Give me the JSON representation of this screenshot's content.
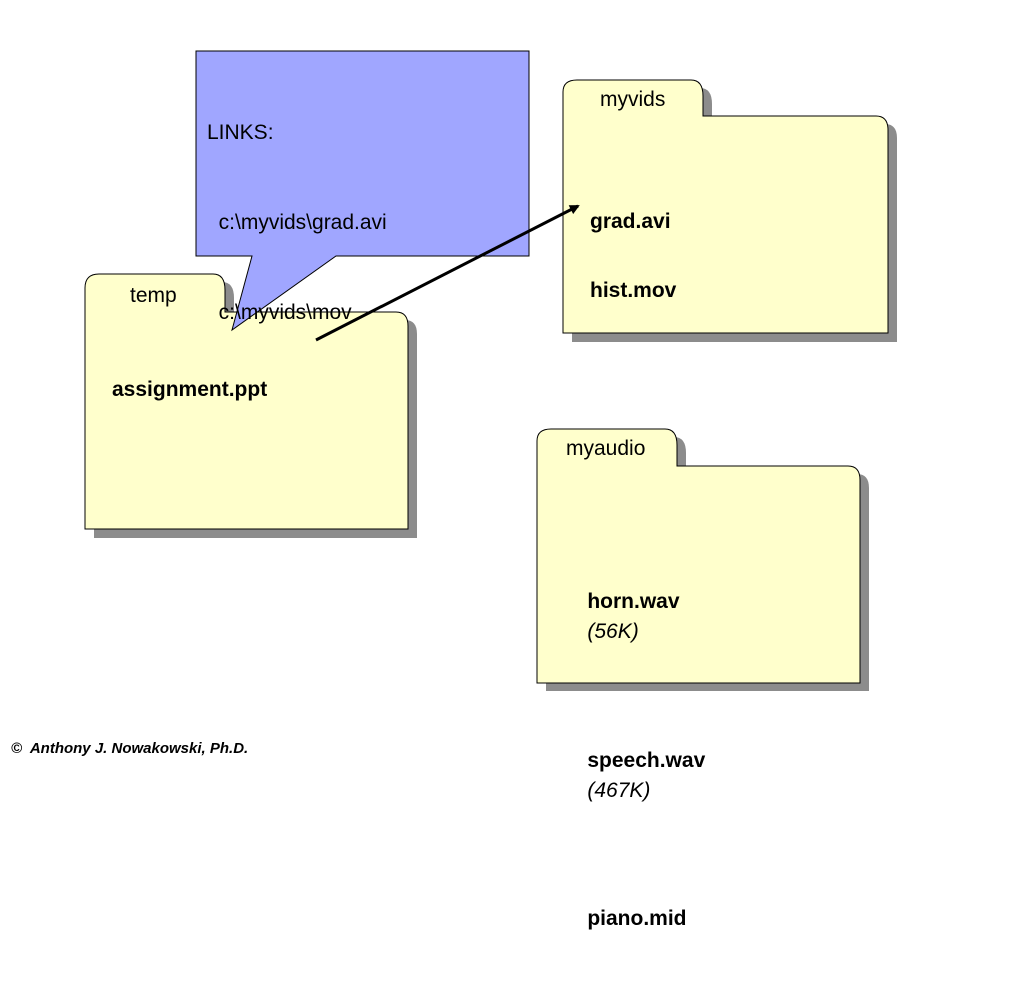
{
  "colors": {
    "folder_fill": "#ffffcc",
    "folder_shadow": "#8c8c8c",
    "callout_fill": "#a0a6ff",
    "stroke": "#000000"
  },
  "callout": {
    "lines": [
      "LINKS:",
      "  c:\\myvids\\grad.avi",
      "  c:\\myvids\\mov"
    ]
  },
  "folders": {
    "temp": {
      "tab": "temp",
      "files": [
        {
          "name": "assignment.ppt",
          "size": ""
        }
      ]
    },
    "myvids": {
      "tab": "myvids",
      "files": [
        {
          "name": "grad.avi",
          "size": ""
        },
        {
          "name": "hist.mov",
          "size": ""
        }
      ]
    },
    "myaudio": {
      "tab": "myaudio",
      "files": [
        {
          "name": "horn.wav",
          "size": "(56K)"
        },
        {
          "name": "speech.wav",
          "size": "(467K)"
        },
        {
          "name": "piano.mid",
          "size": ""
        }
      ]
    }
  },
  "footer": {
    "text": "©  Anthony J. Nowakowski, Ph.D."
  }
}
